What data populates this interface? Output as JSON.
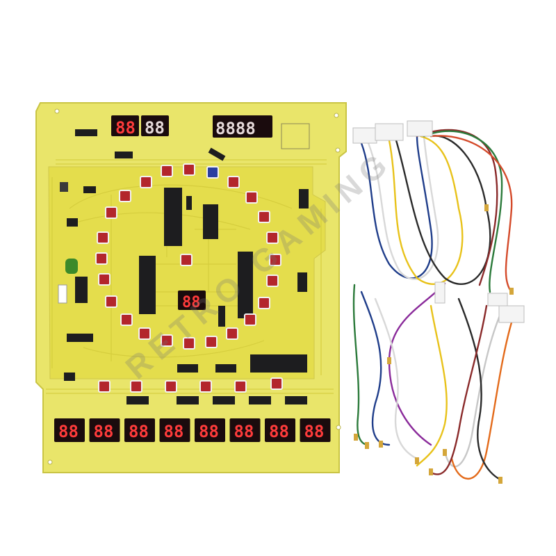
{
  "photo": {
    "subject": "Arcade game PCB with harness",
    "colors": {
      "background": "#ffffff",
      "board": "#e9e56a",
      "board_trace": "#d9d23e",
      "chip": "#1d1d1f",
      "digit_window": "#1a0b0d",
      "digit": "#ff3b3b",
      "lamp_socket": "#b3262c",
      "wire_colors": [
        "#1f3d8a",
        "#d8d8d8",
        "#e8c21a",
        "#2a2a2a",
        "#8a2a2a",
        "#2b7a3a",
        "#d44a2a",
        "#8a2a9a",
        "#c7c7c7",
        "#e36a1a"
      ]
    }
  },
  "top_displays": {
    "left_group": [
      "88",
      "88"
    ],
    "right_group": [
      "8888"
    ]
  },
  "center_display": "88",
  "bottom_displays": [
    "88",
    "88",
    "88",
    "88",
    "88",
    "88",
    "88",
    "88"
  ],
  "watermark": {
    "text": "RETRO GAMING",
    "color": "#9a9a9a"
  }
}
